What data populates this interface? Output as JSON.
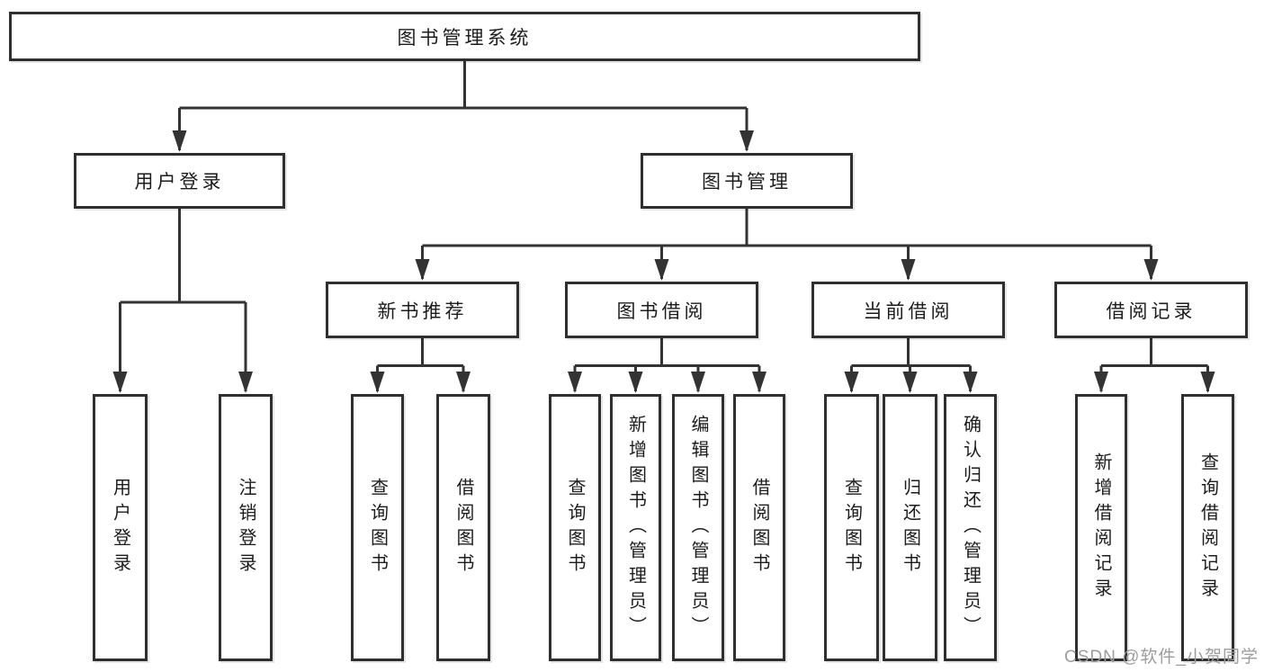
{
  "styles": {
    "line_color": "#333333",
    "box_border": "#2f2f2f",
    "box_fill": "#ffffff",
    "text_color": "#1c1c1c",
    "watermark_color": "#9d9d9d",
    "page_bg": "#ffffff"
  },
  "watermark": {
    "text": "CSDN @软件_小贺同学"
  },
  "tree": {
    "root": {
      "label": "图书管理系统"
    },
    "branches": [
      {
        "label": "用户登录",
        "children": [
          {
            "label": "用户登录"
          },
          {
            "label": "注销登录"
          }
        ]
      },
      {
        "label": "图书管理",
        "children": [
          {
            "label": "新书推荐",
            "children": [
              {
                "label": "查询图书"
              },
              {
                "label": "借阅图书"
              }
            ]
          },
          {
            "label": "图书借阅",
            "children": [
              {
                "label": "查询图书"
              },
              {
                "label": "新增图书（管理员）"
              },
              {
                "label": "编辑图书（管理员）"
              },
              {
                "label": "借阅图书"
              }
            ]
          },
          {
            "label": "当前借阅",
            "children": [
              {
                "label": "查询图书"
              },
              {
                "label": "归还图书"
              },
              {
                "label": "确认归还（管理员）"
              }
            ]
          },
          {
            "label": "借阅记录",
            "children": [
              {
                "label": "新增借阅记录"
              },
              {
                "label": "查询借阅记录"
              }
            ]
          }
        ]
      }
    ]
  }
}
